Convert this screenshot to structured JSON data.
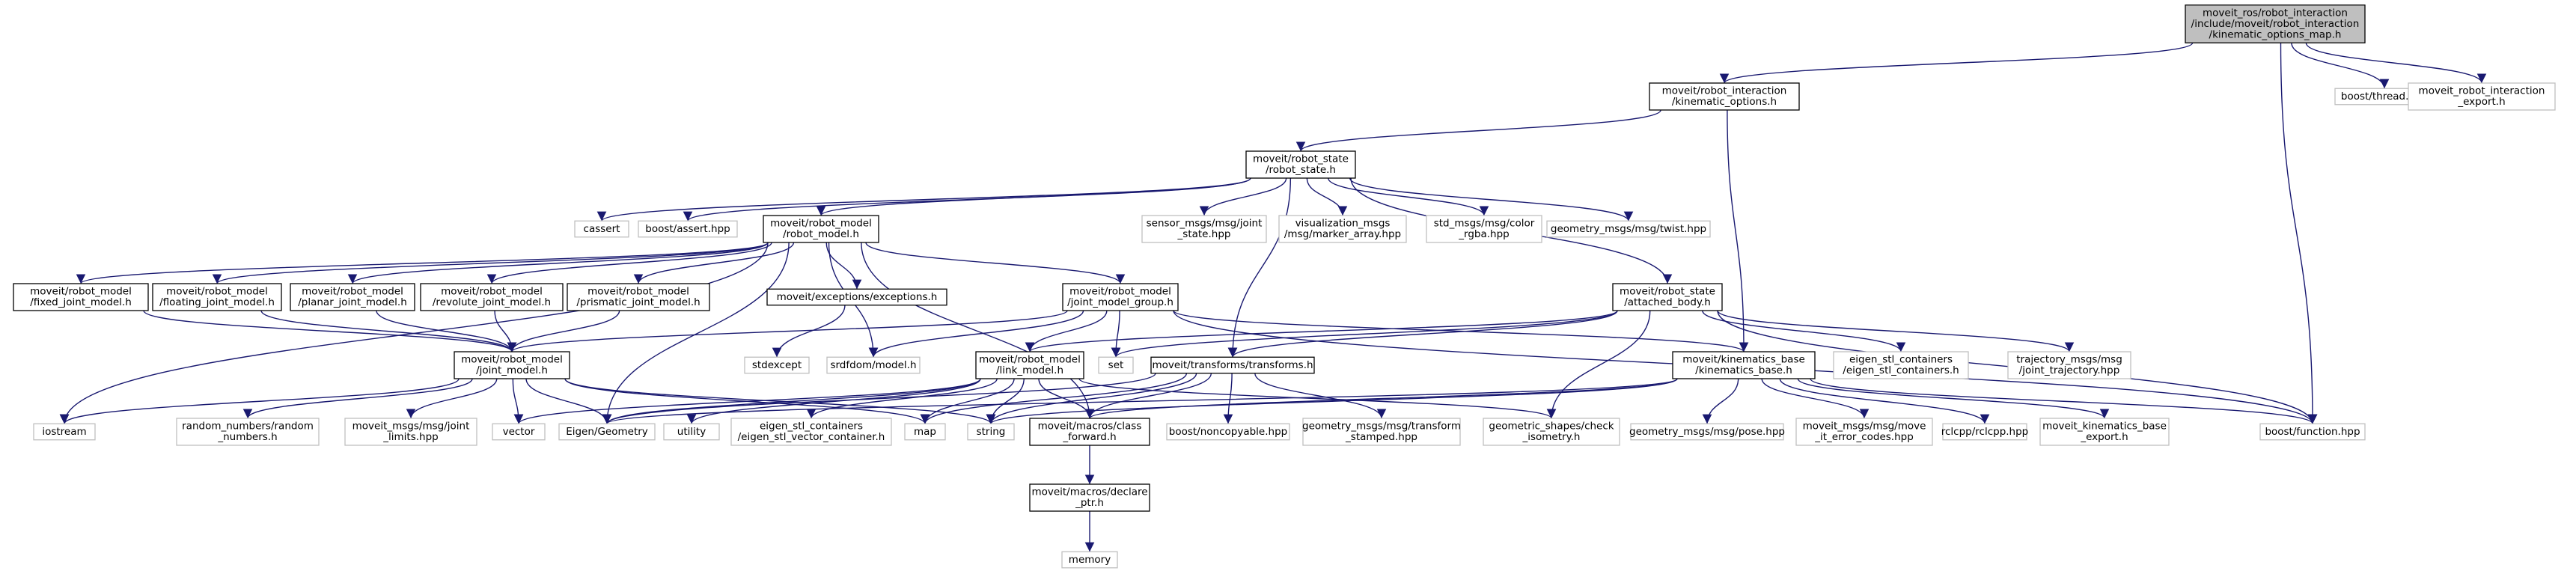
{
  "diagram": {
    "colors": {
      "edge": "#191970",
      "root_fill": "#bfbfbf",
      "border": "#000000",
      "external_border": "#bfbfbf"
    },
    "nodes": [
      {
        "id": "root",
        "kind": "root",
        "lines": [
          "moveit_ros/robot_interaction",
          "/include/moveit/robot_interaction",
          "/kinematic_options_map.h"
        ]
      },
      {
        "id": "kinopt",
        "kind": "normal",
        "lines": [
          "moveit/robot_interaction",
          "/kinematic_options.h"
        ]
      },
      {
        "id": "thread",
        "kind": "external",
        "lines": [
          "boost/thread.hpp"
        ]
      },
      {
        "id": "rie",
        "kind": "external",
        "lines": [
          "moveit_robot_interaction",
          "_export.h"
        ]
      },
      {
        "id": "robotstate",
        "kind": "normal",
        "lines": [
          "moveit/robot_state",
          "/robot_state.h"
        ]
      },
      {
        "id": "cassert",
        "kind": "external",
        "lines": [
          "cassert"
        ]
      },
      {
        "id": "bassert",
        "kind": "external",
        "lines": [
          "boost/assert.hpp"
        ]
      },
      {
        "id": "robotmodel",
        "kind": "normal",
        "lines": [
          "moveit/robot_model",
          "/robot_model.h"
        ]
      },
      {
        "id": "sensorjs",
        "kind": "external",
        "lines": [
          "sensor_msgs/msg/joint",
          "_state.hpp"
        ]
      },
      {
        "id": "vizma",
        "kind": "external",
        "lines": [
          "visualization_msgs",
          "/msg/marker_array.hpp"
        ]
      },
      {
        "id": "stdcolor",
        "kind": "external",
        "lines": [
          "std_msgs/msg/color",
          "_rgba.hpp"
        ]
      },
      {
        "id": "twist",
        "kind": "external",
        "lines": [
          "geometry_msgs/msg/twist.hpp"
        ]
      },
      {
        "id": "fixed",
        "kind": "normal",
        "lines": [
          "moveit/robot_model",
          "/fixed_joint_model.h"
        ]
      },
      {
        "id": "floating",
        "kind": "normal",
        "lines": [
          "moveit/robot_model",
          "/floating_joint_model.h"
        ]
      },
      {
        "id": "planar",
        "kind": "normal",
        "lines": [
          "moveit/robot_model",
          "/planar_joint_model.h"
        ]
      },
      {
        "id": "revolute",
        "kind": "normal",
        "lines": [
          "moveit/robot_model",
          "/revolute_joint_model.h"
        ]
      },
      {
        "id": "prismatic",
        "kind": "normal",
        "lines": [
          "moveit/robot_model",
          "/prismatic_joint_model.h"
        ]
      },
      {
        "id": "exceptions",
        "kind": "normal",
        "lines": [
          "moveit/exceptions/exceptions.h"
        ]
      },
      {
        "id": "jmg",
        "kind": "normal",
        "lines": [
          "moveit/robot_model",
          "/joint_model_group.h"
        ]
      },
      {
        "id": "attached",
        "kind": "normal",
        "lines": [
          "moveit/robot_state",
          "/attached_body.h"
        ]
      },
      {
        "id": "stdexcept",
        "kind": "external",
        "lines": [
          "stdexcept"
        ]
      },
      {
        "id": "srdfdom",
        "kind": "external",
        "lines": [
          "srdfdom/model.h"
        ]
      },
      {
        "id": "set",
        "kind": "external",
        "lines": [
          "set"
        ]
      },
      {
        "id": "jointmodel",
        "kind": "normal",
        "lines": [
          "moveit/robot_model",
          "/joint_model.h"
        ]
      },
      {
        "id": "linkmodel",
        "kind": "normal",
        "lines": [
          "moveit/robot_model",
          "/link_model.h"
        ]
      },
      {
        "id": "transforms",
        "kind": "normal",
        "lines": [
          "moveit/transforms/transforms.h"
        ]
      },
      {
        "id": "kinbase",
        "kind": "normal",
        "lines": [
          "moveit/kinematics_base",
          "/kinematics_base.h"
        ]
      },
      {
        "id": "eigenstlc",
        "kind": "external",
        "lines": [
          "eigen_stl_containers",
          "/eigen_stl_containers.h"
        ]
      },
      {
        "id": "trajmsg",
        "kind": "external",
        "lines": [
          "trajectory_msgs/msg",
          "/joint_trajectory.hpp"
        ]
      },
      {
        "id": "iostream",
        "kind": "external",
        "lines": [
          "iostream"
        ]
      },
      {
        "id": "randnum",
        "kind": "external",
        "lines": [
          "random_numbers/random",
          "_numbers.h"
        ]
      },
      {
        "id": "jointlimits",
        "kind": "external",
        "lines": [
          "moveit_msgs/msg/joint",
          "_limits.hpp"
        ]
      },
      {
        "id": "vector",
        "kind": "external",
        "lines": [
          "vector"
        ]
      },
      {
        "id": "eigengeo",
        "kind": "external",
        "lines": [
          "Eigen/Geometry"
        ]
      },
      {
        "id": "utility",
        "kind": "external",
        "lines": [
          "utility"
        ]
      },
      {
        "id": "eigenvec",
        "kind": "external",
        "lines": [
          "eigen_stl_containers",
          "/eigen_stl_vector_container.h"
        ]
      },
      {
        "id": "map",
        "kind": "external",
        "lines": [
          "map"
        ]
      },
      {
        "id": "string",
        "kind": "external",
        "lines": [
          "string"
        ]
      },
      {
        "id": "classfwd",
        "kind": "normal",
        "lines": [
          "moveit/macros/class",
          "_forward.h"
        ]
      },
      {
        "id": "noncopy",
        "kind": "external",
        "lines": [
          "boost/noncopyable.hpp"
        ]
      },
      {
        "id": "tfstamped",
        "kind": "external",
        "lines": [
          "geometry_msgs/msg/transform",
          "_stamped.hpp"
        ]
      },
      {
        "id": "checkiso",
        "kind": "external",
        "lines": [
          "geometric_shapes/check",
          "_isometry.h"
        ]
      },
      {
        "id": "pose",
        "kind": "external",
        "lines": [
          "geometry_msgs/msg/pose.hpp"
        ]
      },
      {
        "id": "moveerr",
        "kind": "external",
        "lines": [
          "moveit_msgs/msg/move",
          "_it_error_codes.hpp"
        ]
      },
      {
        "id": "rclcpp",
        "kind": "external",
        "lines": [
          "rclcpp/rclcpp.hpp"
        ]
      },
      {
        "id": "kbexport",
        "kind": "external",
        "lines": [
          "moveit_kinematics_base",
          "_export.h"
        ]
      },
      {
        "id": "bfunction",
        "kind": "external",
        "lines": [
          "boost/function.hpp"
        ]
      },
      {
        "id": "declptr",
        "kind": "normal",
        "lines": [
          "moveit/macros/declare",
          "_ptr.h"
        ]
      },
      {
        "id": "memory",
        "kind": "external",
        "lines": [
          "memory"
        ]
      }
    ],
    "edges": [
      [
        "root",
        "kinopt"
      ],
      [
        "root",
        "thread"
      ],
      [
        "root",
        "rie"
      ],
      [
        "root",
        "bfunction"
      ],
      [
        "kinopt",
        "robotstate"
      ],
      [
        "kinopt",
        "kinbase"
      ],
      [
        "robotstate",
        "cassert"
      ],
      [
        "robotstate",
        "bassert"
      ],
      [
        "robotstate",
        "robotmodel"
      ],
      [
        "robotstate",
        "sensorjs"
      ],
      [
        "robotstate",
        "vizma"
      ],
      [
        "robotstate",
        "stdcolor"
      ],
      [
        "robotstate",
        "twist"
      ],
      [
        "robotstate",
        "attached"
      ],
      [
        "robotstate",
        "transforms"
      ],
      [
        "robotmodel",
        "fixed"
      ],
      [
        "robotmodel",
        "floating"
      ],
      [
        "robotmodel",
        "planar"
      ],
      [
        "robotmodel",
        "revolute"
      ],
      [
        "robotmodel",
        "prismatic"
      ],
      [
        "robotmodel",
        "exceptions"
      ],
      [
        "robotmodel",
        "jmg"
      ],
      [
        "robotmodel",
        "iostream"
      ],
      [
        "robotmodel",
        "eigengeo"
      ],
      [
        "robotmodel",
        "srdfdom"
      ],
      [
        "robotmodel",
        "classfwd"
      ],
      [
        "fixed",
        "jointmodel"
      ],
      [
        "floating",
        "jointmodel"
      ],
      [
        "planar",
        "jointmodel"
      ],
      [
        "revolute",
        "jointmodel"
      ],
      [
        "prismatic",
        "jointmodel"
      ],
      [
        "exceptions",
        "stdexcept"
      ],
      [
        "jmg",
        "jointmodel"
      ],
      [
        "jmg",
        "linkmodel"
      ],
      [
        "jmg",
        "srdfdom"
      ],
      [
        "jmg",
        "set"
      ],
      [
        "jmg",
        "kinbase"
      ],
      [
        "jmg",
        "bfunction"
      ],
      [
        "attached",
        "set"
      ],
      [
        "attached",
        "transforms"
      ],
      [
        "attached",
        "linkmodel"
      ],
      [
        "attached",
        "eigenstlc"
      ],
      [
        "attached",
        "trajmsg"
      ],
      [
        "attached",
        "checkiso"
      ],
      [
        "attached",
        "bfunction"
      ],
      [
        "jointmodel",
        "iostream"
      ],
      [
        "jointmodel",
        "randnum"
      ],
      [
        "jointmodel",
        "jointlimits"
      ],
      [
        "jointmodel",
        "vector"
      ],
      [
        "jointmodel",
        "eigengeo"
      ],
      [
        "jointmodel",
        "map"
      ],
      [
        "jointmodel",
        "string"
      ],
      [
        "linkmodel",
        "vector"
      ],
      [
        "linkmodel",
        "eigengeo"
      ],
      [
        "linkmodel",
        "utility"
      ],
      [
        "linkmodel",
        "eigenvec"
      ],
      [
        "linkmodel",
        "map"
      ],
      [
        "linkmodel",
        "string"
      ],
      [
        "linkmodel",
        "classfwd"
      ],
      [
        "linkmodel",
        "checkiso"
      ],
      [
        "transforms",
        "eigengeo"
      ],
      [
        "transforms",
        "map"
      ],
      [
        "transforms",
        "string"
      ],
      [
        "transforms",
        "classfwd"
      ],
      [
        "transforms",
        "noncopy"
      ],
      [
        "transforms",
        "tfstamped"
      ],
      [
        "kinbase",
        "eigengeo"
      ],
      [
        "kinbase",
        "string"
      ],
      [
        "kinbase",
        "classfwd"
      ],
      [
        "kinbase",
        "pose"
      ],
      [
        "kinbase",
        "moveerr"
      ],
      [
        "kinbase",
        "rclcpp"
      ],
      [
        "kinbase",
        "kbexport"
      ],
      [
        "kinbase",
        "bfunction"
      ],
      [
        "classfwd",
        "declptr"
      ],
      [
        "declptr",
        "memory"
      ]
    ]
  }
}
